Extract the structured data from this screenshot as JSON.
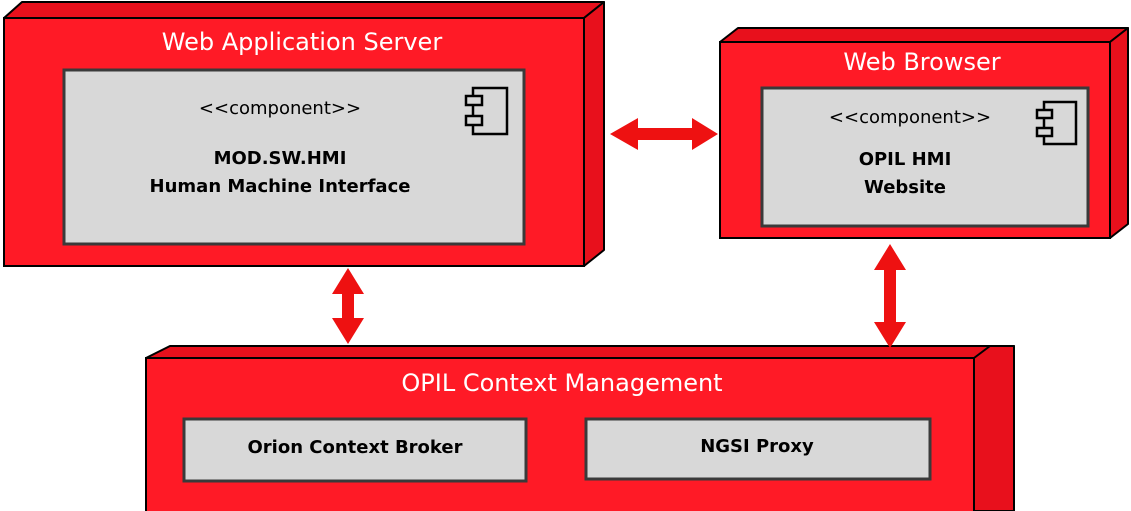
{
  "colors": {
    "node_fill": "#ff1a26",
    "node_side": "#e8101c",
    "node_stroke": "#000000",
    "component_fill": "#d8d8d8",
    "arrow": "#ee1111"
  },
  "nodes": {
    "web_app_server": {
      "title": "Web Application Server",
      "component": {
        "stereotype": "<<component>>",
        "name_line1": "MOD.SW.HMI",
        "name_line2": "Human Machine Interface",
        "icon": "uml-component-icon"
      }
    },
    "web_browser": {
      "title": "Web Browser",
      "component": {
        "stereotype": "<<component>>",
        "name_line1": "OPIL HMI",
        "name_line2": "Website",
        "icon": "uml-component-icon"
      }
    },
    "context_management": {
      "title": "OPIL Context Management",
      "components": [
        {
          "name": "Orion Context Broker"
        },
        {
          "name": "NGSI Proxy"
        }
      ]
    }
  }
}
